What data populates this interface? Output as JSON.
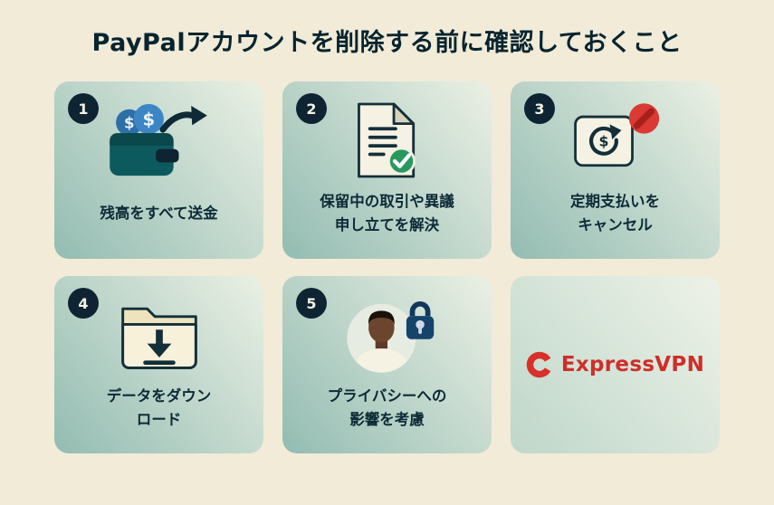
{
  "page": {
    "title": "PayPalアカウントを削除する前に確認しておくこと"
  },
  "cards": [
    {
      "number": "1",
      "label": "残高をすべて送金",
      "icon": "wallet-coins-arrow-icon"
    },
    {
      "number": "2",
      "label": "保留中の取引や異議\n申し立てを解決",
      "icon": "document-check-icon"
    },
    {
      "number": "3",
      "label": "定期支払いを\nキャンセル",
      "icon": "recurring-payment-cancel-icon"
    },
    {
      "number": "4",
      "label": "データをダウン\nロード",
      "icon": "folder-download-icon"
    },
    {
      "number": "5",
      "label": "プライバシーへの\n影響を考慮",
      "icon": "avatar-lock-icon"
    }
  ],
  "brand": {
    "wordmark": "ExpressVPN",
    "logomark_icon": "expressvpn-logomark-icon"
  },
  "colors": {
    "background": "#f1ebd8",
    "title": "#07242f",
    "card_gradient_start": "#93bcb2",
    "card_gradient_end": "#ebf0e4",
    "logo_card_gradient_start": "#bfd7ca",
    "logo_card_gradient_end": "#eef2e8",
    "badge_bg": "#0e2433",
    "badge_text": "#f4f1e2",
    "label_text": "#0d2a36",
    "brand_red": "#cf2e2a",
    "check_green": "#27995f",
    "prohibition_red": "#da3a33",
    "wallet_teal": "#0d5a5e",
    "coin_blue": "#3c86c6"
  }
}
